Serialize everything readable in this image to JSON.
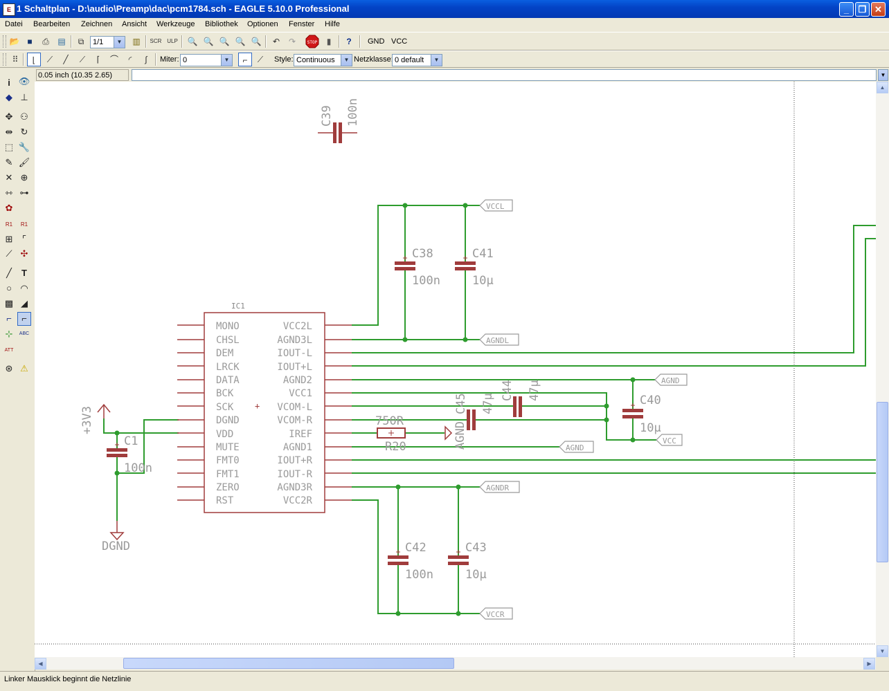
{
  "window": {
    "title": "1 Schaltplan - D:\\audio\\Preamp\\dac\\pcm1784.sch - EAGLE 5.10.0 Professional",
    "minimize_glyph": "_",
    "restore_glyph": "❐",
    "close_glyph": "✕"
  },
  "menu": [
    "Datei",
    "Bearbeiten",
    "Zeichnen",
    "Ansicht",
    "Werkzeuge",
    "Bibliothek",
    "Optionen",
    "Fenster",
    "Hilfe"
  ],
  "toolbar1": {
    "sheet_value": "1/1",
    "stop_label": "STOP",
    "help_glyph": "?",
    "gnd_label": "GND",
    "vcc_label": "VCC"
  },
  "toolbar2": {
    "miter_label": "Miter:",
    "miter_value": "0",
    "style_label": "Style:",
    "style_value": "Continuous",
    "netclass_label": "Netzklasse:",
    "netclass_value": "0 default"
  },
  "coordinate": "0.05 inch (10.35 2.65)",
  "command_line": {
    "value": ""
  },
  "schematic": {
    "ic": {
      "name": "IC1",
      "left_pins": [
        "MONO",
        "CHSL",
        "DEM",
        "LRCK",
        "DATA",
        "BCK",
        "SCK",
        "DGND",
        "VDD",
        "MUTE",
        "FMT0",
        "FMT1",
        "ZERO",
        "RST"
      ],
      "right_pins": [
        "VCC2L",
        "AGND3L",
        "IOUT-L",
        "IOUT+L",
        "AGND2",
        "VCC1",
        "VCOM-L",
        "VCOM-R",
        "IREF",
        "AGND1",
        "IOUT+R",
        "IOUT-R",
        "AGND3R",
        "VCC2R"
      ],
      "plus_mark": "+"
    },
    "parts": {
      "C39": {
        "name": "C39",
        "value": "100n"
      },
      "C38": {
        "name": "C38",
        "value": "100n"
      },
      "C41": {
        "name": "C41",
        "value": "10µ"
      },
      "C40": {
        "name": "C40",
        "value": "10µ"
      },
      "C44": {
        "name": "C44",
        "value": "47µ"
      },
      "C45": {
        "name": "C45",
        "value": "47µ"
      },
      "R20": {
        "name": "R20",
        "value": "750R"
      },
      "C1": {
        "name": "C1",
        "value": "100n"
      },
      "C42": {
        "name": "C42",
        "value": "100n"
      },
      "C43": {
        "name": "C43",
        "value": "10µ"
      }
    },
    "labels": {
      "vccl": "VCCL",
      "agndl": "AGNDL",
      "agnd_top": "AGND",
      "vcc": "VCC",
      "agnd_mid": "AGND",
      "agndr": "AGNDR",
      "vccr": "VCCR",
      "agnd_rot": "AGND",
      "plus3v3": "+3V3",
      "dgnd": "DGND"
    }
  },
  "status": "Linker Mausklick beginnt die Netzlinie"
}
